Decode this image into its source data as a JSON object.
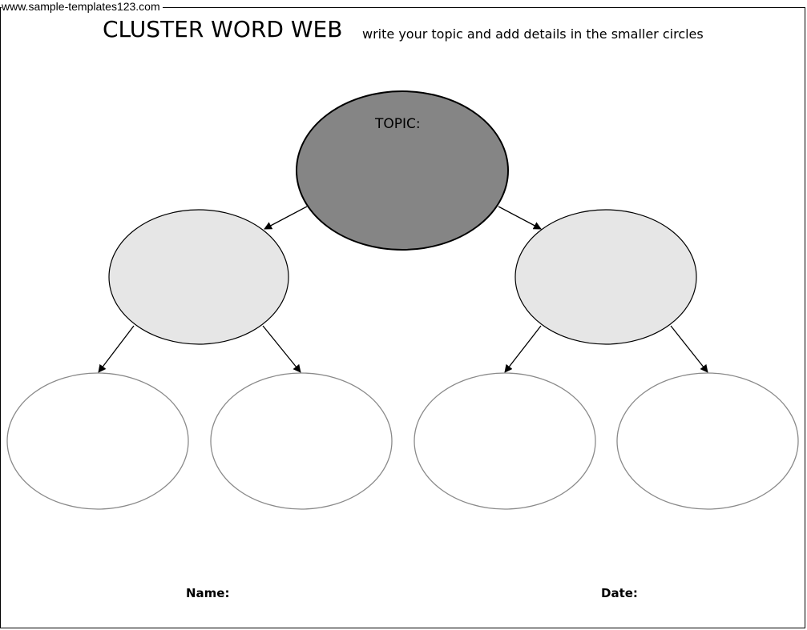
{
  "watermark": "www.sample-templates123.com",
  "title": "CLUSTER WORD WEB",
  "subtitle": "write your topic and add details in the smaller circles",
  "topic_label": "TOPIC:",
  "footer": {
    "name_label": "Name:",
    "date_label": "Date:"
  },
  "colors": {
    "topic_fill": "#858585",
    "subtopic_fill": "#e6e6e6",
    "detail_fill": "#ffffff",
    "outline_dark": "#000000",
    "outline_light": "#8a8a8a"
  }
}
